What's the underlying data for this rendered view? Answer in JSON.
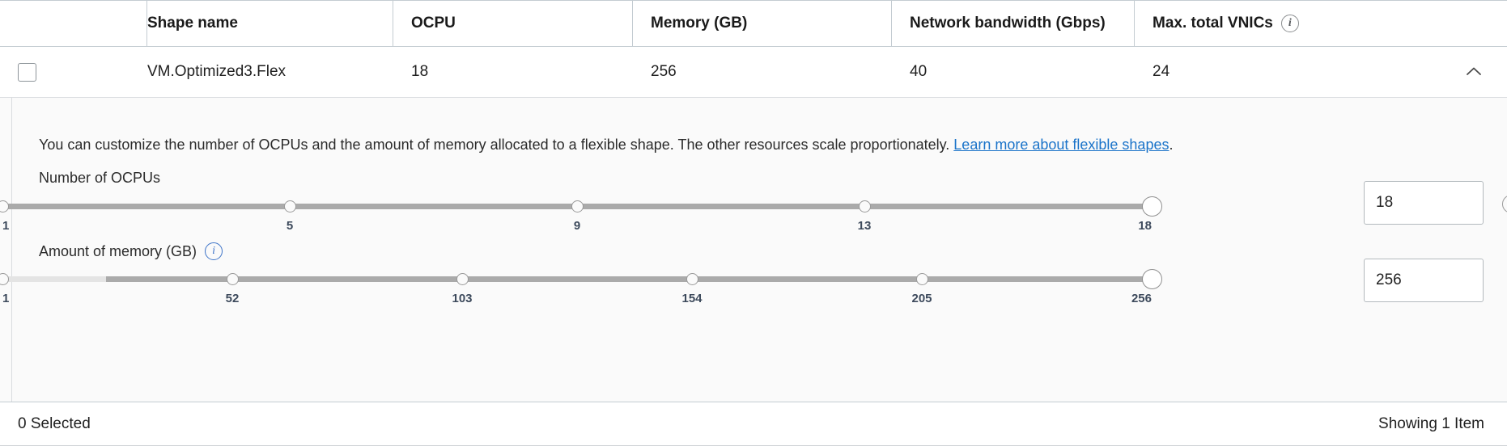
{
  "table": {
    "columns": [
      {
        "id": "checkbox",
        "label": ""
      },
      {
        "id": "shape",
        "label": "Shape name"
      },
      {
        "id": "ocpu",
        "label": "OCPU"
      },
      {
        "id": "memory",
        "label": "Memory (GB)"
      },
      {
        "id": "network",
        "label": "Network bandwidth (Gbps)"
      },
      {
        "id": "vnics",
        "label": "Max. total VNICs",
        "info": true
      }
    ],
    "row": {
      "shape_name": "VM.Optimized3.Flex",
      "ocpu": "18",
      "memory": "256",
      "network_bandwidth": "40",
      "max_total_vnics": "24",
      "selected": false,
      "expanded": true,
      "expand_icon": "chevron-up-icon",
      "checkbox_icon": "checkbox-unchecked-icon"
    }
  },
  "panel": {
    "description_before_link": "You can customize the number of OCPUs and the amount of memory allocated to a flexible shape. The other resources scale proportionately. ",
    "description_link": "Learn more about flexible shapes",
    "description_after_link": ".",
    "ocpu": {
      "label": "Number of OCPUs",
      "value": "18",
      "min": 1,
      "max": 18,
      "tick_labels": [
        "1",
        "5",
        "9",
        "13",
        "18"
      ],
      "tick_positions_pct": [
        0,
        25,
        50,
        75,
        100
      ],
      "handle_position_pct": 100,
      "filled_from_pct": 0
    },
    "memory": {
      "label": "Amount of memory (GB)",
      "info": true,
      "value": "256",
      "min": 1,
      "max": 256,
      "tick_labels": [
        "1",
        "52",
        "103",
        "154",
        "205",
        "256"
      ],
      "tick_positions_pct": [
        0,
        20,
        40,
        60,
        80,
        100
      ],
      "handle_position_pct": 100,
      "filled_from_pct": 9
    }
  },
  "footer": {
    "selected_count": "0 Selected",
    "showing": "Showing 1 Item"
  },
  "colors": {
    "link": "#1a73c9",
    "info_blue": "#3e74c8",
    "track": "#aaaaaa",
    "track_empty": "#e4e4e4",
    "panel_bg": "#fafafa",
    "border": "#c4ccd2"
  }
}
